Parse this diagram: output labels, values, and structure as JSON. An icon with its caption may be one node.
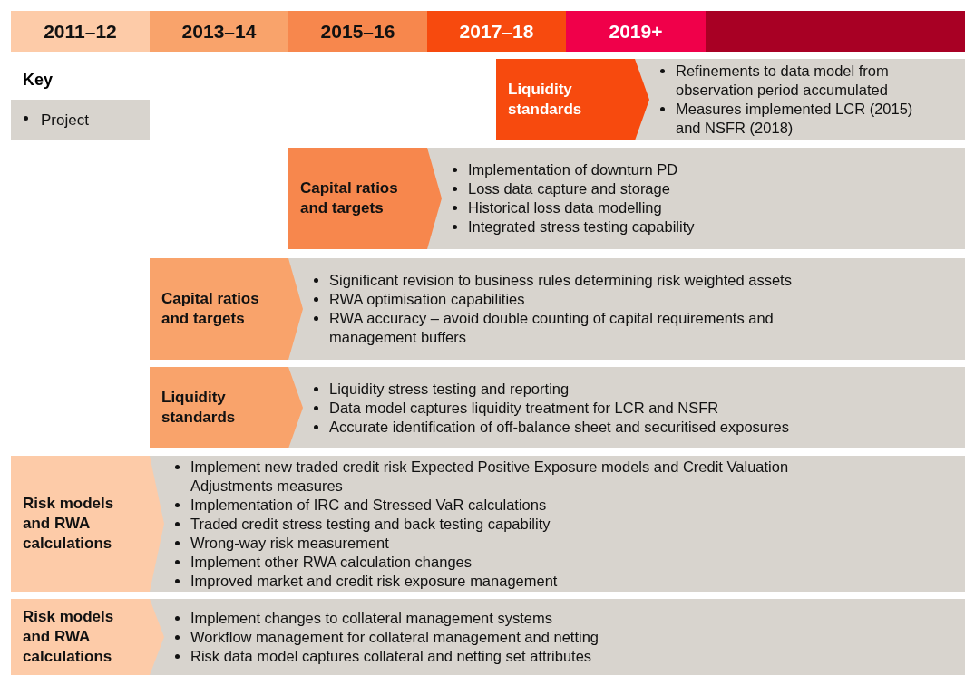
{
  "diagram": {
    "nodes": [
      {
        "text": [
          "2011–12"
        ]
      },
      {
        "text": [
          "2013–14"
        ]
      },
      {
        "text": [
          "2015–16"
        ]
      },
      {
        "text": [
          "2017–18"
        ]
      },
      {
        "text": [
          "2019+"
        ]
      },
      {
        "text": [],
        "shape": "bar"
      },
      {
        "text": [
          "Project"
        ]
      },
      {
        "text": [
          "Liquidity standards"
        ]
      },
      {
        "text": [
          "Refinements to data model from observation period accumulated",
          "Measures implemented LCR (2015) and NSFR (2018)"
        ]
      },
      {
        "text": [
          "Capital ratios and targets"
        ]
      },
      {
        "text": [
          "Implementation of downturn PD",
          "Loss data capture and storage",
          "Historical loss data modelling",
          "Integrated stress testing capability"
        ]
      },
      {
        "text": [
          "Capital ratios and targets"
        ]
      },
      {
        "text": [
          "Significant revision to business rules determining risk weighted assets",
          "RWA optimisation capabilities",
          "RWA accuracy – avoid double counting of capital requirements and management buffers"
        ]
      },
      {
        "text": [
          "Liquidity standards"
        ]
      },
      {
        "text": [
          "Liquidity stress testing and reporting",
          "Data model captures liquidity treatment for LCR and NSFR",
          "Accurate identification of off-balance sheet and securitised exposures"
        ]
      },
      {
        "text": [
          "Risk models and RWA calculations"
        ]
      },
      {
        "text": [
          "Implement new traded credit risk Expected Positive Exposure models and Credit Valuation Adjustments measures",
          "Implementation of IRC and Stressed VaR calculations",
          "Traded credit stress testing and back testing capability",
          "Wrong-way risk measurement",
          "Implement other RWA calculation changes",
          "Improved market and credit risk exposure management"
        ]
      },
      {
        "text": [
          "Risk models and RWA calculations"
        ]
      },
      {
        "text": [
          "Implement changes to collateral management systems",
          "Workflow management for collateral management and netting",
          "Risk data model captures collateral and netting set attributes"
        ]
      }
    ],
    "labels": [
      "Key"
    ]
  }
}
